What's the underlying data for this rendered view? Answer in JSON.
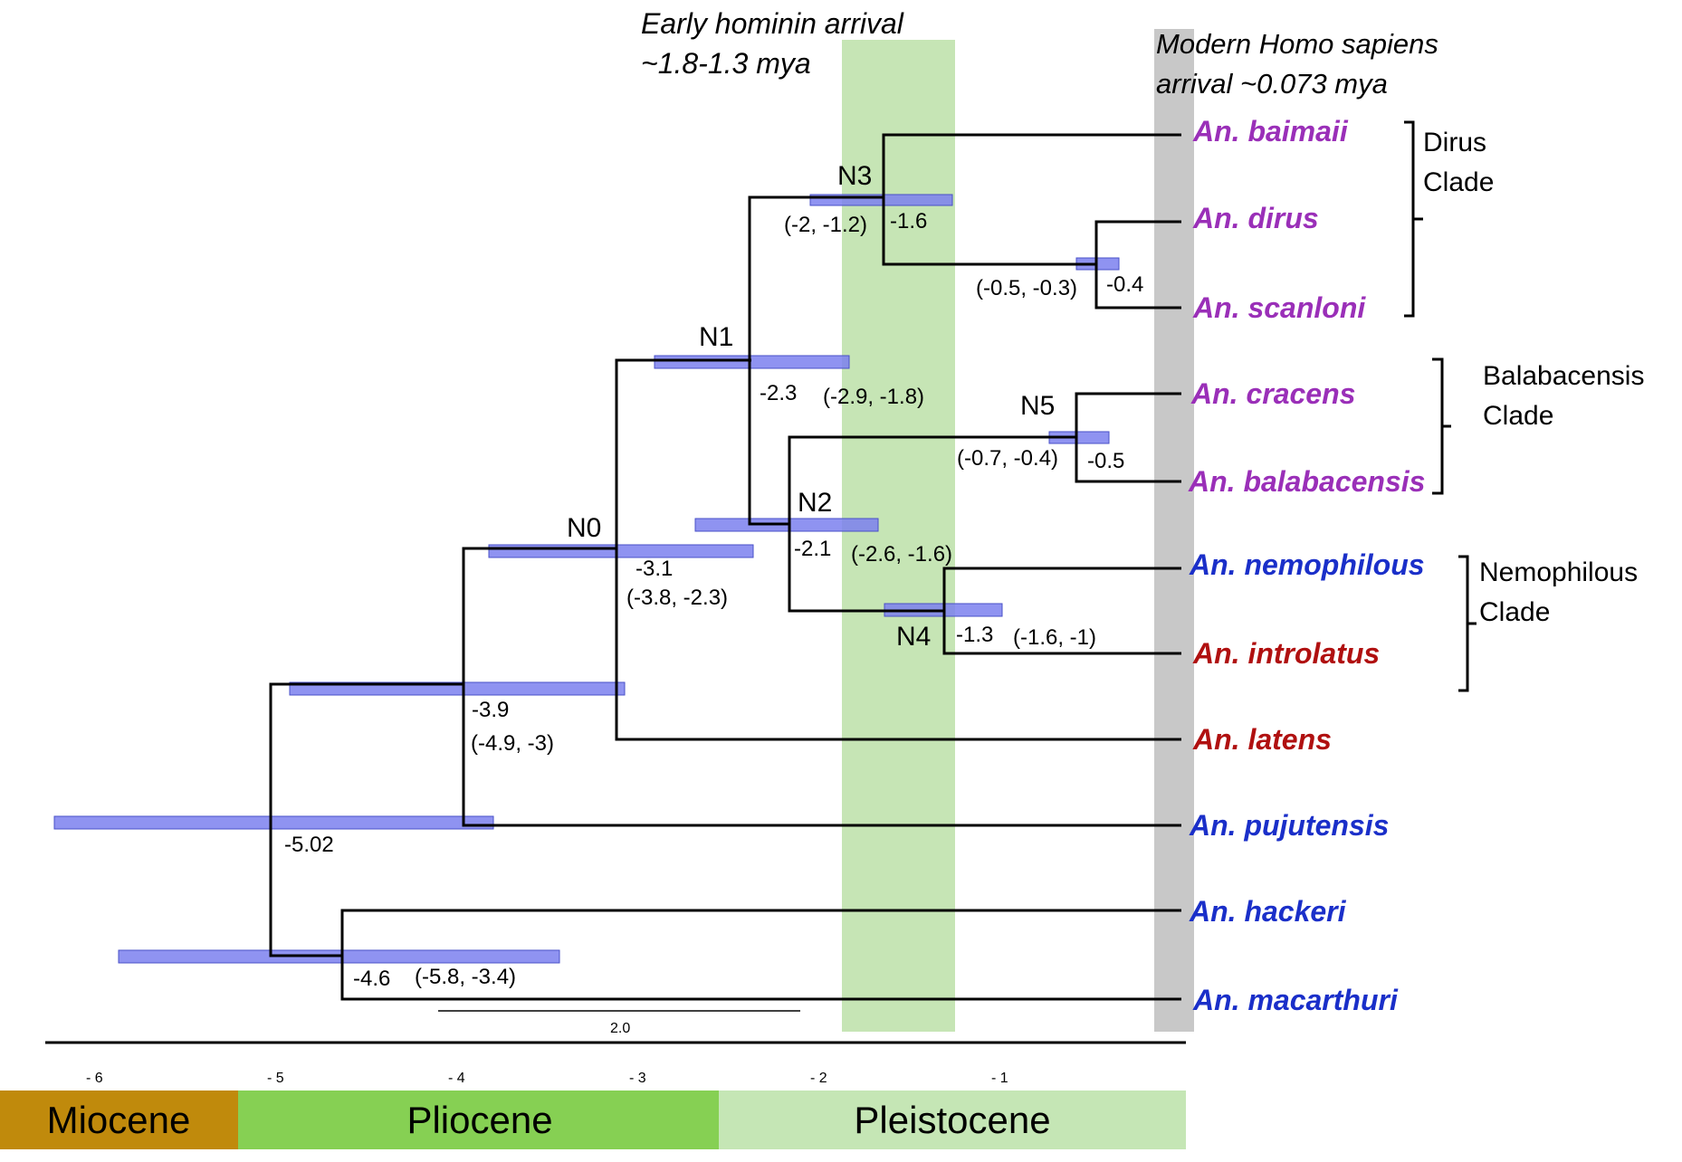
{
  "annotations": {
    "early_hominin_line1": "Early hominin arrival",
    "early_hominin_line2": "~1.8-1.3 mya",
    "modern_line1": "Modern Homo sapiens",
    "modern_line2": "arrival ~0.073 mya"
  },
  "colors": {
    "purple": "#9a2fb8",
    "blue": "#1a2fc9",
    "red": "#b01010",
    "hpd_bar": "#7b80ee",
    "hominin_band": "#c6e5b5",
    "homo_band": "#c8c8c8",
    "miocene": "#c08a0c",
    "pliocene": "#86d053",
    "pleistocene": "#c5e6b5"
  },
  "tips": [
    {
      "name": "An. baimaii",
      "color": "purple"
    },
    {
      "name": "An. dirus",
      "color": "purple"
    },
    {
      "name": "An. scanloni",
      "color": "purple"
    },
    {
      "name": "An. cracens",
      "color": "purple"
    },
    {
      "name": "An. balabacensis",
      "color": "purple"
    },
    {
      "name": "An. nemophilous",
      "color": "blue"
    },
    {
      "name": "An. introlatus",
      "color": "red"
    },
    {
      "name": "An. latens",
      "color": "red"
    },
    {
      "name": "An. pujutensis",
      "color": "blue"
    },
    {
      "name": "An. hackeri",
      "color": "blue"
    },
    {
      "name": "An. macarthuri",
      "color": "blue"
    }
  ],
  "nodes": {
    "root": {
      "age": "-5.02"
    },
    "n39": {
      "age": "-3.9",
      "hpd": "(-4.9, -3)"
    },
    "n46": {
      "age": "-4.6",
      "hpd": "(-5.8, -3.4)"
    },
    "N0": {
      "name": "N0",
      "age": "-3.1",
      "hpd": "(-3.8, -2.3)"
    },
    "N1": {
      "name": "N1",
      "age": "-2.3",
      "hpd": "(-2.9, -1.8)"
    },
    "N2": {
      "name": "N2",
      "age": "-2.1",
      "hpd": "(-2.6, -1.6)"
    },
    "N3": {
      "name": "N3",
      "age": "-1.6",
      "hpd": "(-2, -1.2)"
    },
    "N4": {
      "name": "N4",
      "age": "-1.3",
      "hpd": "(-1.6, -1)"
    },
    "N5": {
      "name": "N5",
      "age": "-0.5",
      "hpd": "(-0.7, -0.4)"
    },
    "nd": {
      "age": "-0.4",
      "hpd": "(-0.5, -0.3)"
    }
  },
  "clades": {
    "dirus_line1": "Dirus",
    "dirus_line2": "Clade",
    "balabacensis_line1": "Balabacensis",
    "balabacensis_line2": "Clade",
    "nemophilous_line1": "Nemophilous",
    "nemophilous_line2": "Clade"
  },
  "scale_bar_label": "2.0",
  "axis_ticks": [
    "- 6",
    "- 5",
    "- 4",
    "- 3",
    "- 2",
    "- 1"
  ],
  "epochs": [
    "Miocene",
    "Pliocene",
    "Pleistocene"
  ]
}
